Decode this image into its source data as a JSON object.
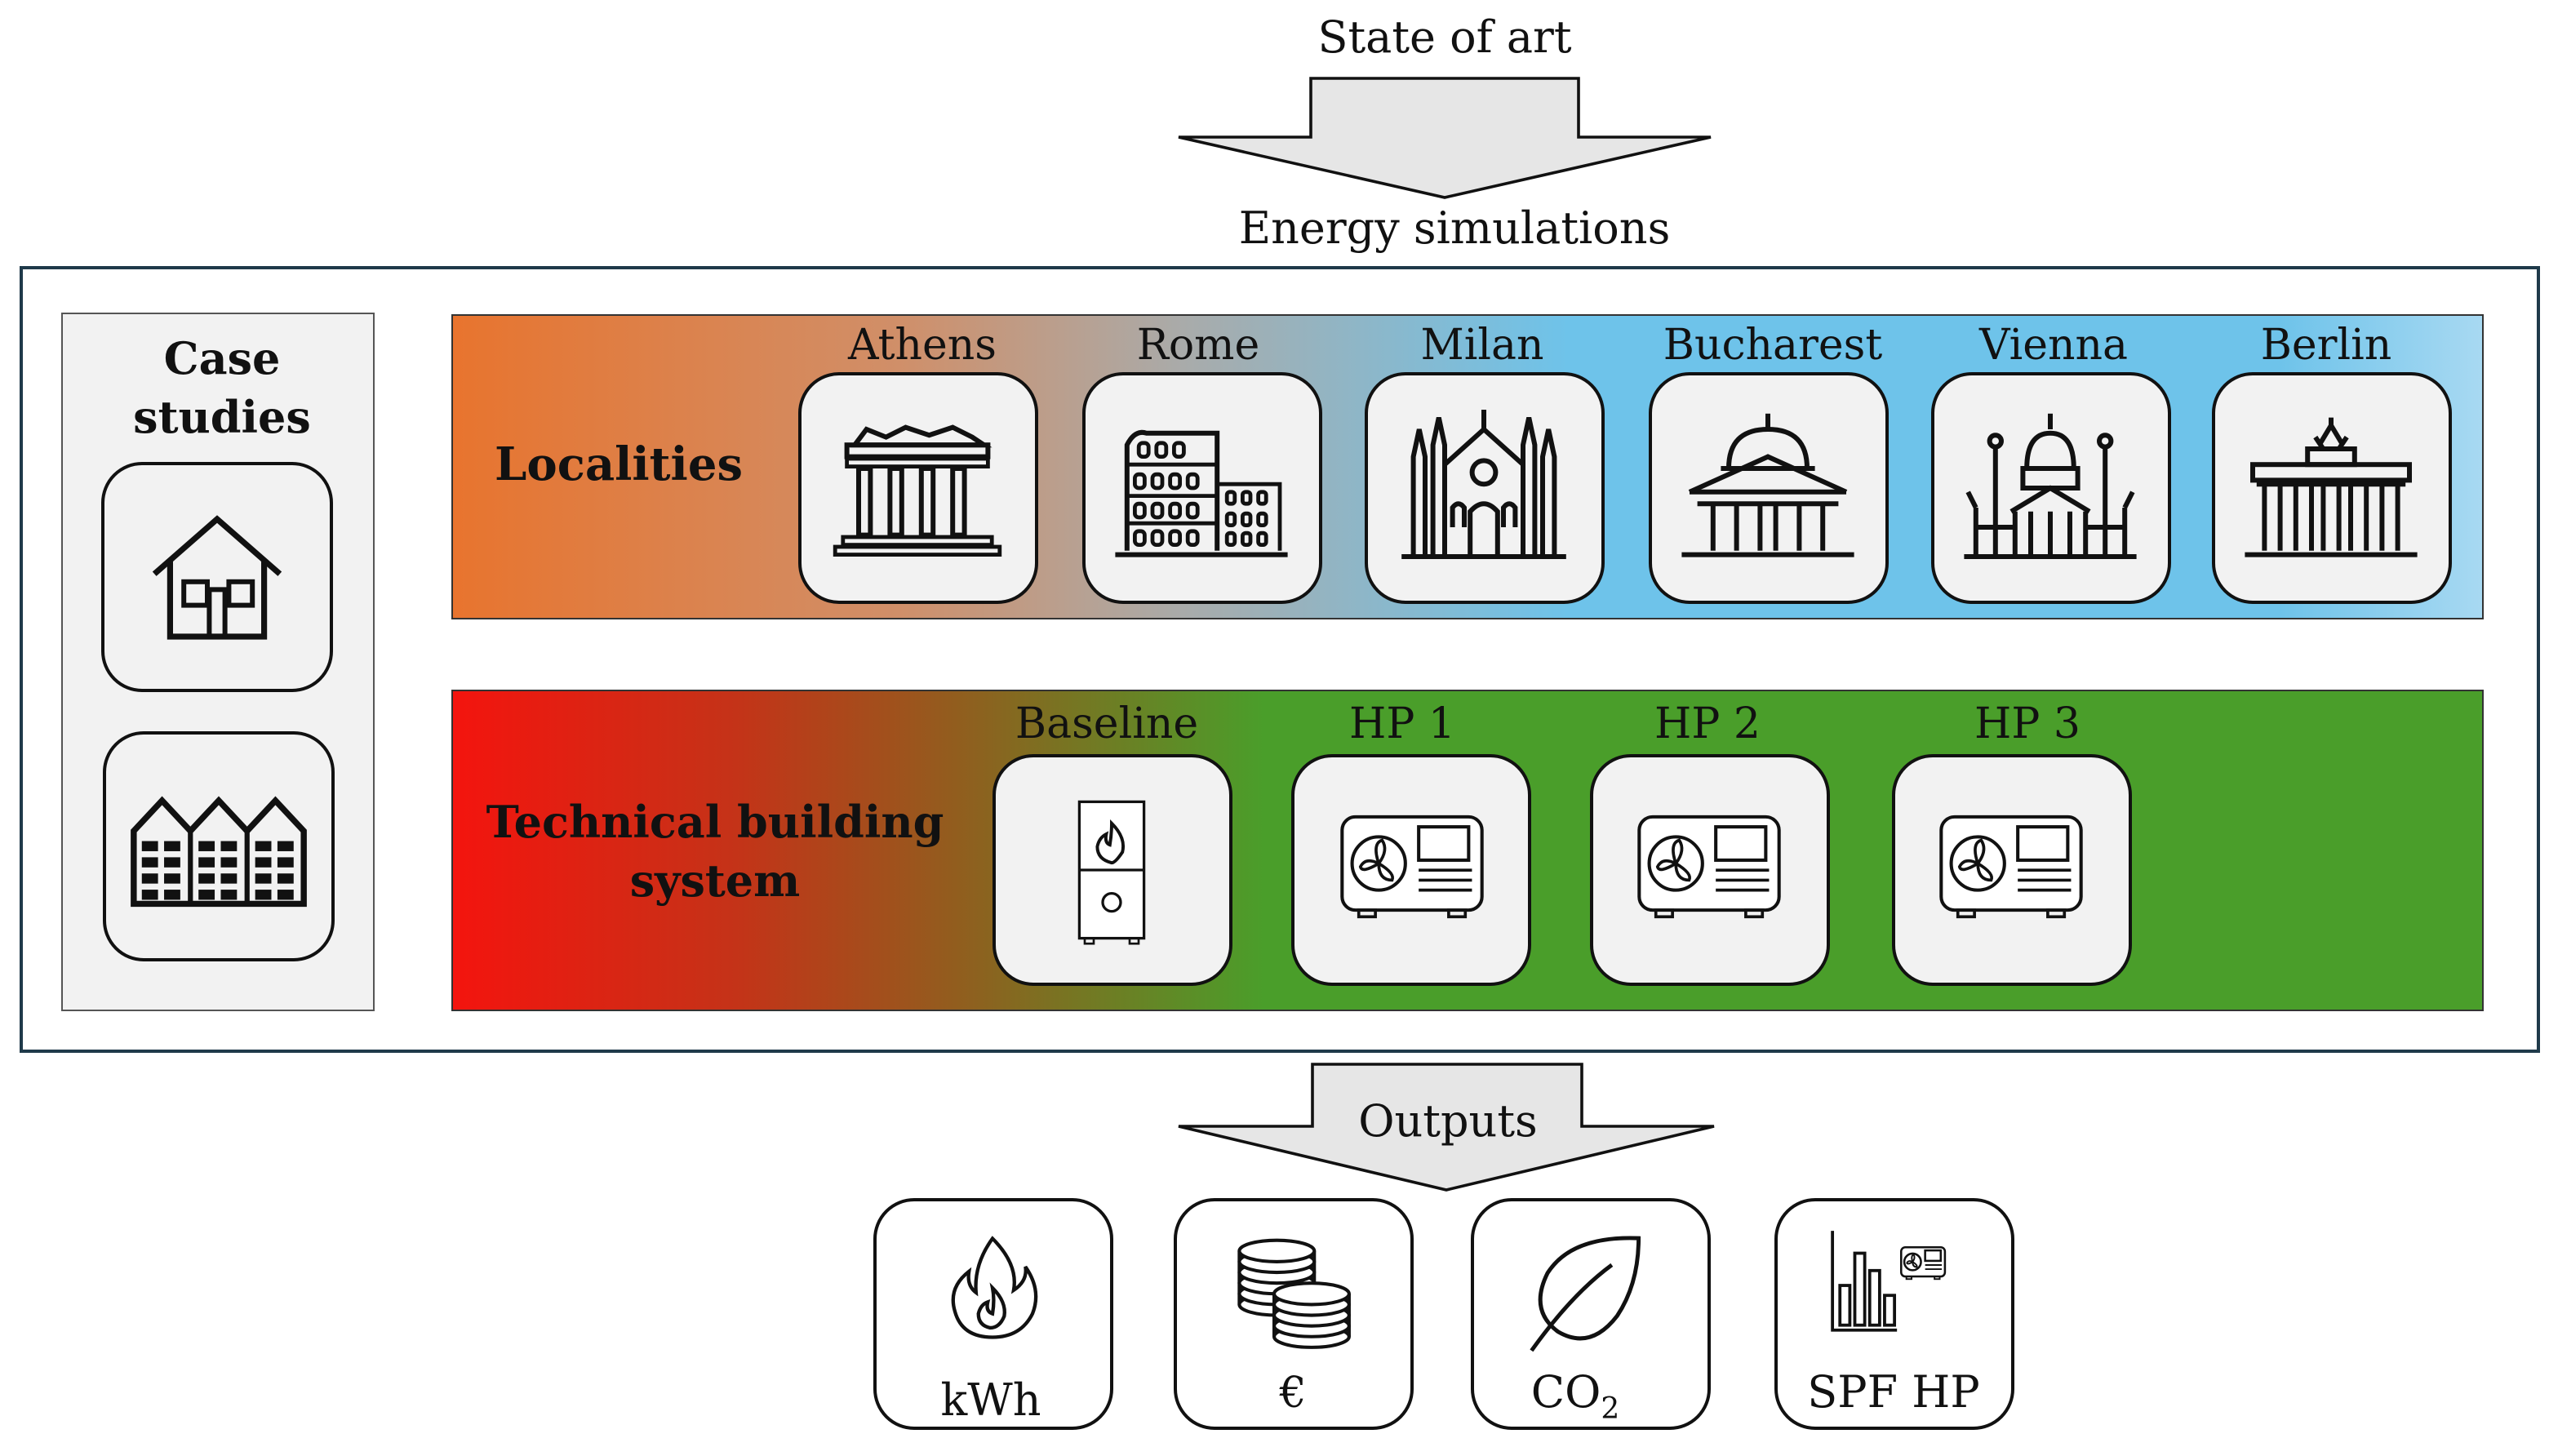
{
  "top": {
    "state_of_art": "State of art",
    "energy_simulations": "Energy simulations"
  },
  "case_studies": {
    "title_line1": "Case",
    "title_line2": "studies",
    "items": [
      {
        "icon": "house-icon"
      },
      {
        "icon": "apartment-blocks-icon"
      }
    ]
  },
  "localities": {
    "label": "Localities",
    "gradient_colors": [
      "#E8742E",
      "#6EC3EA",
      "#A8D9F2"
    ],
    "cities": [
      {
        "name": "Athens",
        "icon": "parthenon-icon"
      },
      {
        "name": "Rome",
        "icon": "colosseum-icon"
      },
      {
        "name": "Milan",
        "icon": "cathedral-icon"
      },
      {
        "name": "Bucharest",
        "icon": "athenaeum-icon"
      },
      {
        "name": "Vienna",
        "icon": "church-icon"
      },
      {
        "name": "Berlin",
        "icon": "brandenburg-gate-icon"
      }
    ]
  },
  "systems": {
    "label_line1": "Technical building",
    "label_line2": "system",
    "gradient_colors": [
      "#F4140E",
      "#4A9E2A"
    ],
    "items": [
      {
        "name": "Baseline",
        "icon": "gas-boiler-icon"
      },
      {
        "name": "HP 1",
        "icon": "heat-pump-icon"
      },
      {
        "name": "HP 2",
        "icon": "heat-pump-icon"
      },
      {
        "name": "HP 3",
        "icon": "heat-pump-icon"
      }
    ]
  },
  "outputs": {
    "label": "Outputs",
    "items": [
      {
        "label": "kWh",
        "icon": "flame-icon"
      },
      {
        "label": "€",
        "icon": "coins-icon"
      },
      {
        "label": "CO",
        "sub": "2",
        "icon": "leaf-icon"
      },
      {
        "label": "SPF HP",
        "icon": "bar-chart-heat-pump-icon"
      }
    ]
  }
}
